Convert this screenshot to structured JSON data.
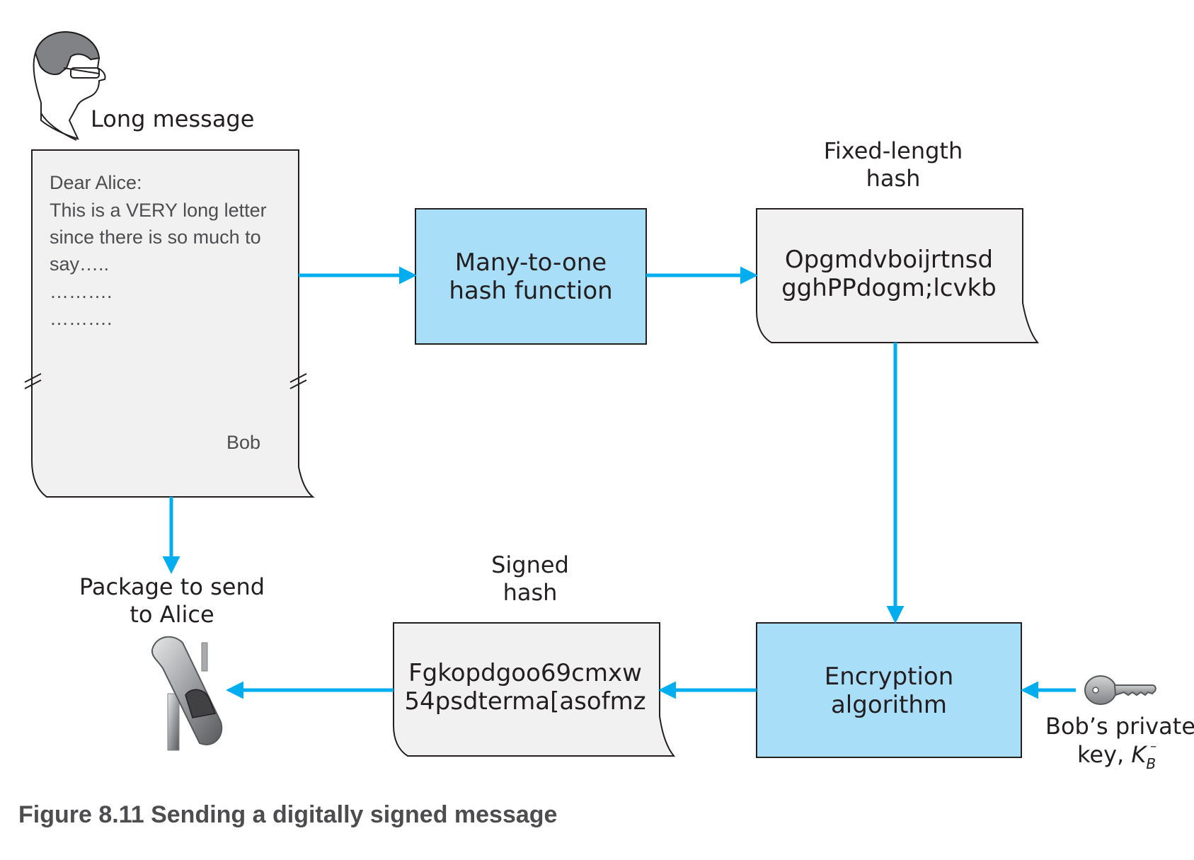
{
  "caption": "Figure 8.11 Sending a digitally signed message",
  "sender_label": "Long message",
  "letter": {
    "greeting": "Dear Alice:",
    "lines": [
      "This is a VERY long letter",
      "since there is so much to",
      "say…..",
      "……….",
      "………."
    ],
    "signature": "Bob"
  },
  "hash_function": {
    "line1": "Many-to-one",
    "line2": "hash function"
  },
  "fixed_hash": {
    "label_line1": "Fixed-length",
    "label_line2": "hash",
    "value_line1": "Opgmdvboijrtnsd",
    "value_line2": "gghPPdogm;lcvkb"
  },
  "encryption": {
    "line1": "Encryption",
    "line2": "algorithm"
  },
  "private_key": {
    "line1": "Bob’s private",
    "line2_prefix": "key, ",
    "symbol": "K",
    "subscript": "B",
    "superscript": "–"
  },
  "signed_hash": {
    "label_line1": "Signed",
    "label_line2": "hash",
    "value_line1": "Fgkopdgoo69cmxw",
    "value_line2": "54psdterma[asofmz"
  },
  "package": {
    "line1": "Package to send",
    "line2": "to Alice"
  },
  "colors": {
    "box_fill": "#a9def8",
    "doc_fill": "#f1f1f2",
    "arrow": "#00aeef",
    "stroke": "#231f20",
    "caption": "#4d4d4f"
  }
}
